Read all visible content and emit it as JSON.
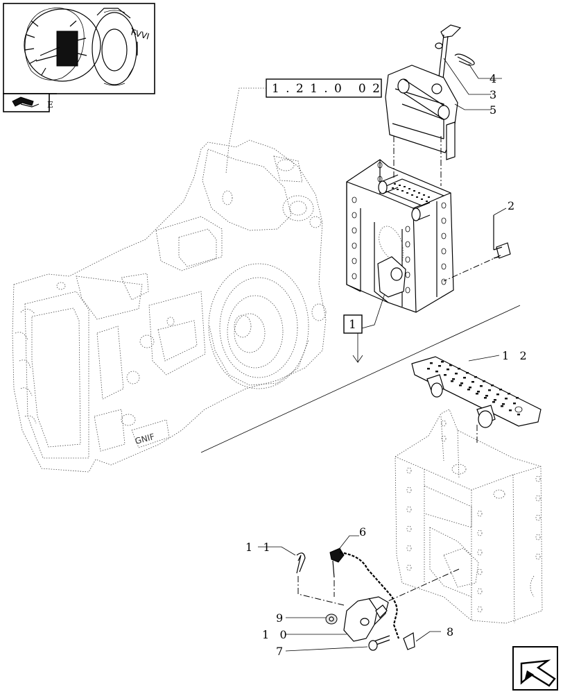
{
  "reference_box": {
    "text": "1.21.0 02"
  },
  "group_box": {
    "text": "1"
  },
  "thumbnail": {
    "label": "E"
  },
  "callouts": [
    {
      "id": "4",
      "text": "4"
    },
    {
      "id": "3",
      "text": "3"
    },
    {
      "id": "5",
      "text": "5"
    },
    {
      "id": "2",
      "text": "2"
    },
    {
      "id": "12",
      "text": "1 2"
    },
    {
      "id": "6",
      "text": "6"
    },
    {
      "id": "11",
      "text": "1 1"
    },
    {
      "id": "9",
      "text": "9"
    },
    {
      "id": "10",
      "text": "1 0"
    },
    {
      "id": "7",
      "text": "7"
    },
    {
      "id": "8",
      "text": "8"
    }
  ],
  "icons": {
    "thumbnail": "tractor-wheel-thumbnail",
    "book": "manual-book-icon",
    "nav": "next-page-arrow-icon"
  }
}
